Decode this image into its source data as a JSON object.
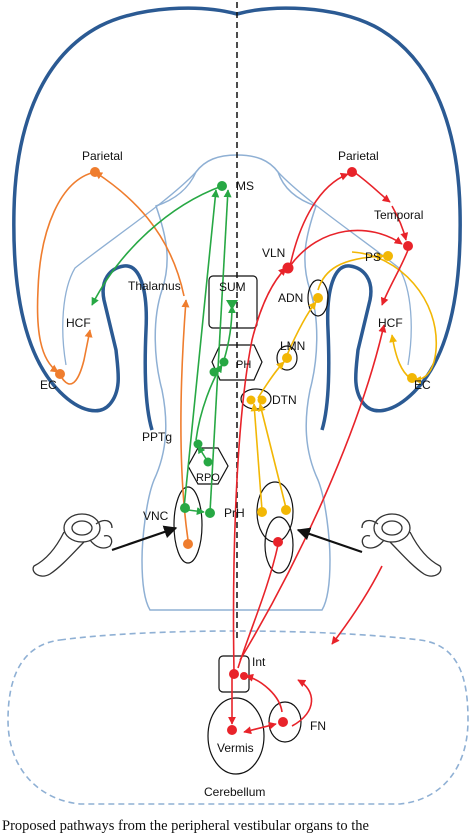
{
  "labels": {
    "parietal_left": "Parietal",
    "parietal_right": "Parietal",
    "temporal": "Temporal",
    "ms": "MS",
    "thalamus": "Thalamus",
    "vln": "VLN",
    "ps": "PS",
    "sum": "SUM",
    "adn": "ADN",
    "hcf_left": "HCF",
    "hcf_right": "HCF",
    "lmn": "LMN",
    "ph": "PH",
    "ec_left": "EC",
    "ec_right": "EC",
    "dtn": "DTN",
    "pptg": "PPTg",
    "rpo": "RPO",
    "vnc": "VNC",
    "prh": "PrH",
    "int": "Int",
    "fn": "FN",
    "vermis": "Vermis",
    "cerebellum": "Cerebellum"
  },
  "caption": "Proposed pathways from the peripheral vestibular organs to the",
  "colors": {
    "outline": "#2b5a93",
    "brainstem": "#8fb0d4",
    "orange": "#ef7d2e",
    "green": "#27a844",
    "red": "#e8232a",
    "yellow": "#f2b705",
    "arrow_black": "#111111"
  },
  "pathways": [
    "orange",
    "green",
    "red",
    "yellow"
  ]
}
